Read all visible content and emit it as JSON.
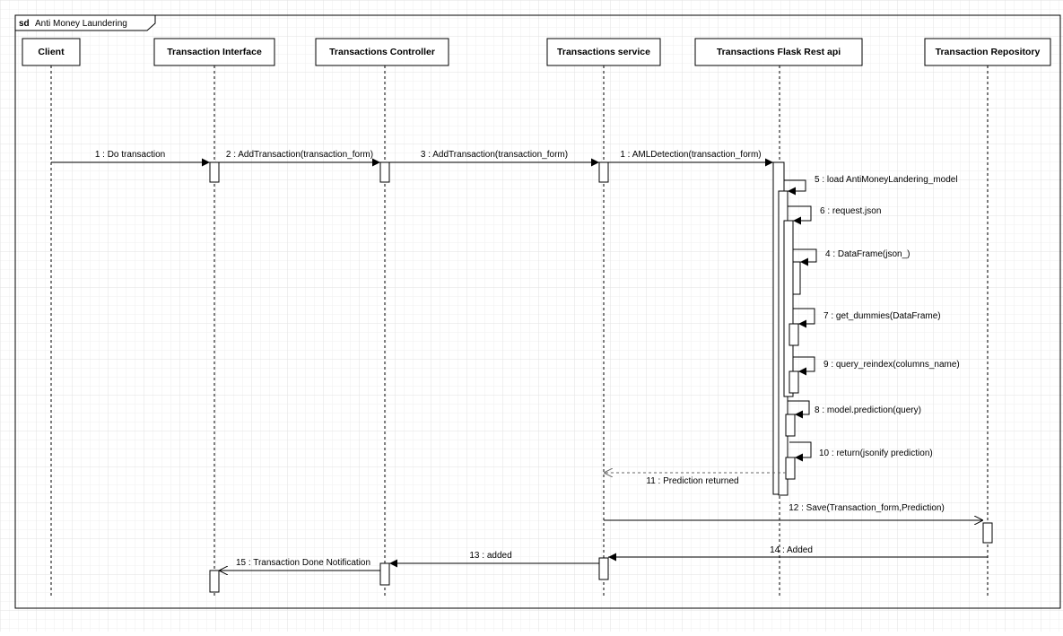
{
  "frame": {
    "keyword": "sd",
    "title": "Anti Money Laundering"
  },
  "lifelines": [
    {
      "id": "client",
      "name": "Client"
    },
    {
      "id": "interface",
      "name": "Transaction Interface"
    },
    {
      "id": "controller",
      "name": "Transactions Controller"
    },
    {
      "id": "service",
      "name": "Transactions service"
    },
    {
      "id": "flask",
      "name": "Transactions  Flask Rest api"
    },
    {
      "id": "repository",
      "name": "Transaction Repository"
    }
  ],
  "messages": [
    {
      "id": "m1",
      "label": "1 : Do transaction",
      "from": "client",
      "to": "interface",
      "kind": "sync"
    },
    {
      "id": "m2",
      "label": "2 : AddTransaction(transaction_form)",
      "from": "interface",
      "to": "controller",
      "kind": "sync"
    },
    {
      "id": "m3",
      "label": "3 : AddTransaction(transaction_form)",
      "from": "controller",
      "to": "service",
      "kind": "sync"
    },
    {
      "id": "m4",
      "label": "1 : AMLDetection(transaction_form)",
      "from": "service",
      "to": "flask",
      "kind": "sync"
    },
    {
      "id": "m5",
      "label": "5 : load AntiMoneyLandering_model",
      "from": "flask",
      "to": "flask",
      "kind": "self"
    },
    {
      "id": "m6",
      "label": "6 : request.json",
      "from": "flask",
      "to": "flask",
      "kind": "self"
    },
    {
      "id": "m7",
      "label": "4 : DataFrame(json_)",
      "from": "flask",
      "to": "flask",
      "kind": "self"
    },
    {
      "id": "m8",
      "label": "7 : get_dummies(DataFrame)",
      "from": "flask",
      "to": "flask",
      "kind": "self"
    },
    {
      "id": "m9",
      "label": "9 : query_reindex(columns_name)",
      "from": "flask",
      "to": "flask",
      "kind": "self"
    },
    {
      "id": "m10",
      "label": "8 : model.prediction(query)",
      "from": "flask",
      "to": "flask",
      "kind": "self"
    },
    {
      "id": "m11",
      "label": "10 : return(jsonify prediction)",
      "from": "flask",
      "to": "flask",
      "kind": "self"
    },
    {
      "id": "m12",
      "label": "11 : Prediction returned",
      "from": "flask",
      "to": "service",
      "kind": "reply"
    },
    {
      "id": "m13",
      "label": "12 : Save(Transaction_form,Prediction)",
      "from": "service",
      "to": "repository",
      "kind": "async"
    },
    {
      "id": "m14",
      "label": "14 : Added",
      "from": "repository",
      "to": "service",
      "kind": "sync"
    },
    {
      "id": "m15",
      "label": "13 : added",
      "from": "service",
      "to": "controller",
      "kind": "sync"
    },
    {
      "id": "m16",
      "label": "15 : Transaction Done Notification",
      "from": "controller",
      "to": "interface",
      "kind": "async"
    }
  ],
  "colors": {
    "grid": "#e9e9e9",
    "line": "#000000",
    "reply": "#666666",
    "background": "#ffffff"
  }
}
